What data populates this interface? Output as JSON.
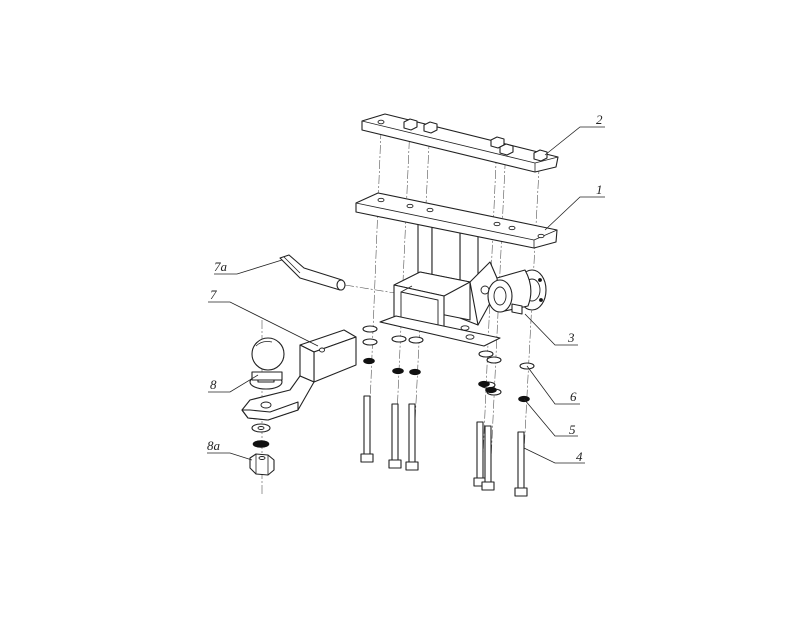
{
  "labels": {
    "frame": "1",
    "plate": "2",
    "pin": "3",
    "bolt": "4",
    "lock_washer": "5",
    "flat_washer": "6",
    "ball_mount": "7",
    "hitch_pin": "7a",
    "ball": "8",
    "nut": "8a"
  }
}
